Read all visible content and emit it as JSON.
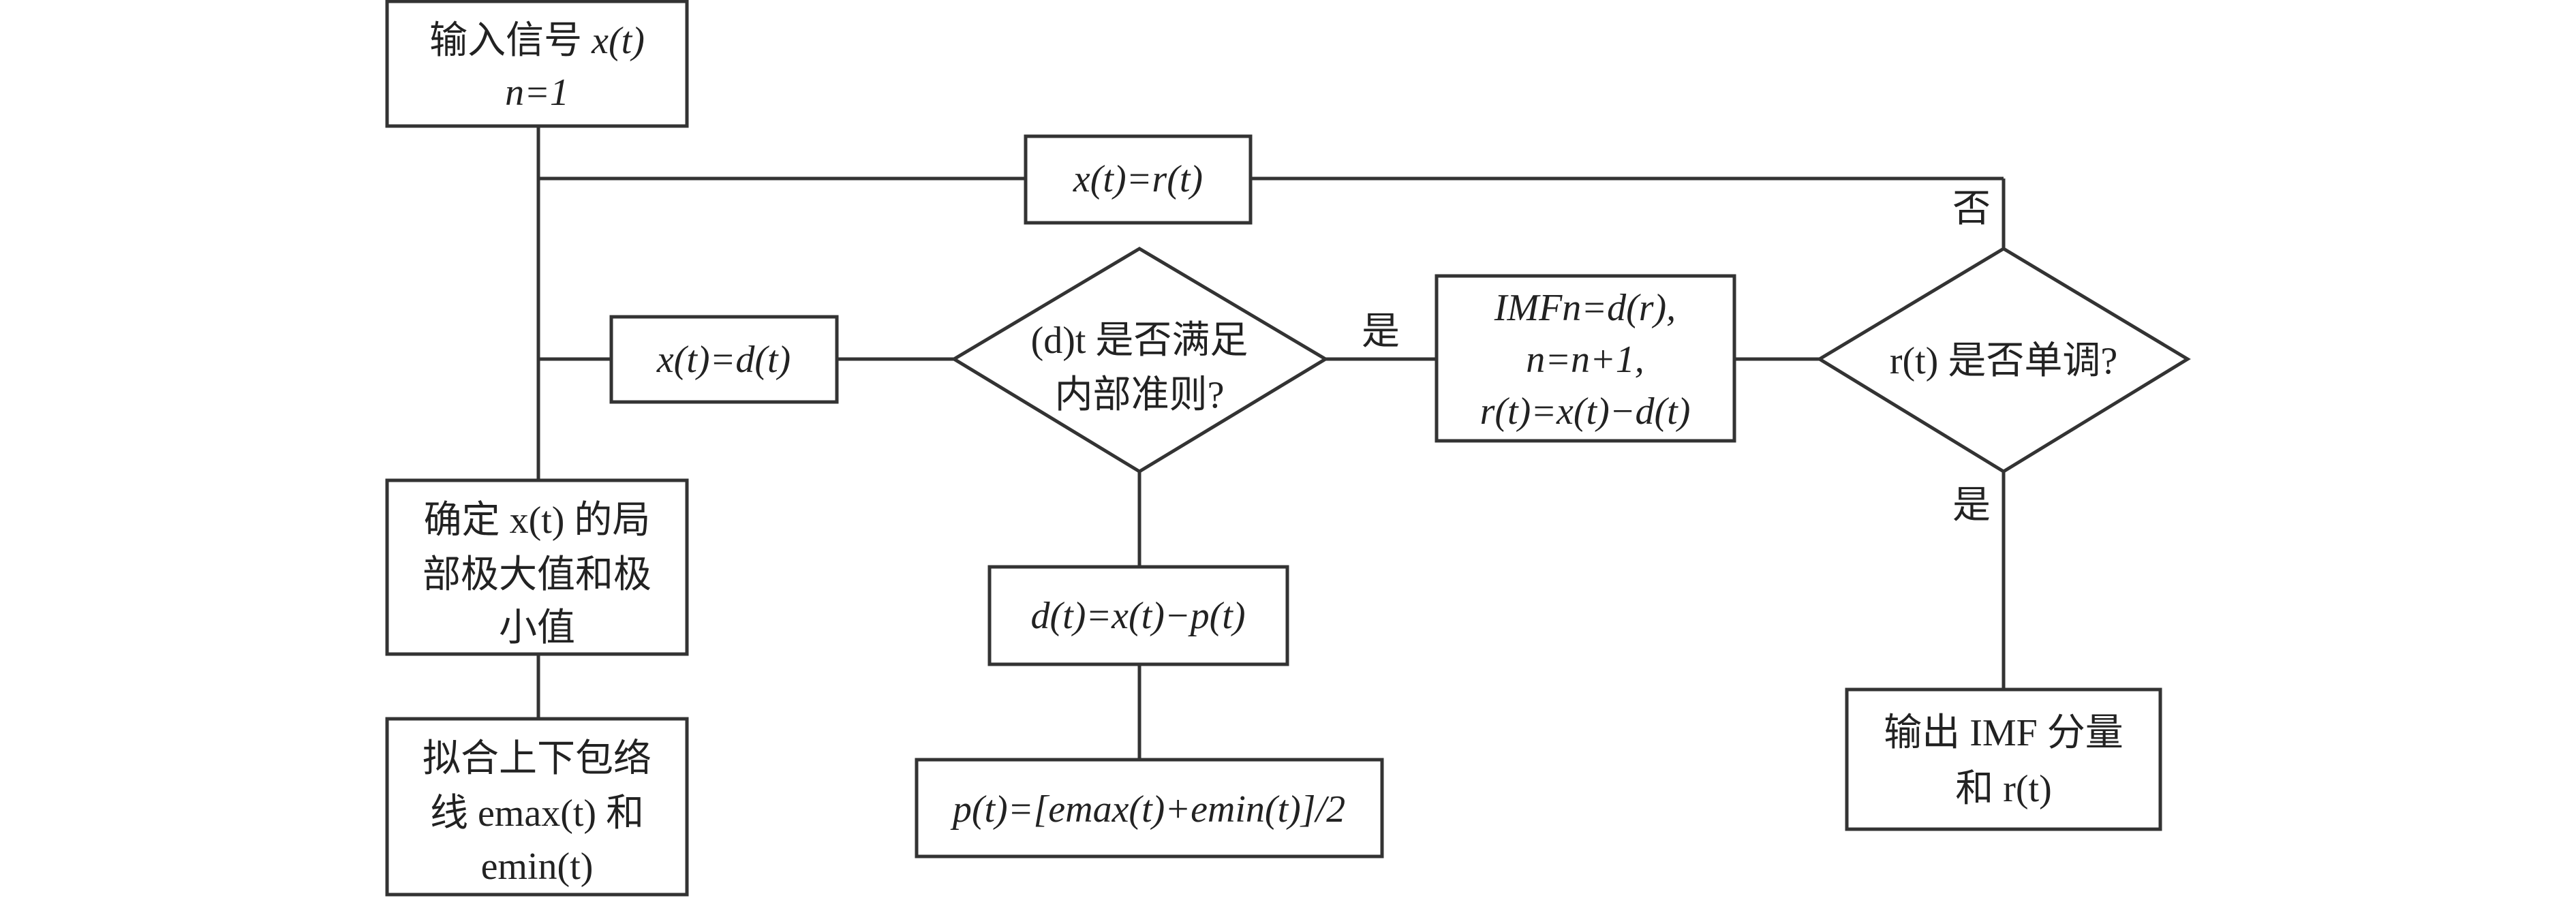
{
  "flowchart": {
    "input_box": {
      "line1": "输入信号",
      "var": "x(t)",
      "line2": "n=1"
    },
    "reassign_r": {
      "label": "x(t)=r(t)"
    },
    "reassign_d": {
      "label": "x(t)=d(t)"
    },
    "find_extrema": {
      "line1": "确定 x(t) 的局",
      "line2": "部极大值和极",
      "line3": "小值"
    },
    "fit_envelope": {
      "line1": "拟合上下包络",
      "line2": "线 emax(t) 和",
      "line3": "emin(t)"
    },
    "check_imf": {
      "line1": "(d)t 是否满足",
      "line2": "内部准则?"
    },
    "compute_d": {
      "label": "d(t)=x(t)−p(t)"
    },
    "compute_p": {
      "label": "p(t)=[emax(t)+emin(t)]/2"
    },
    "imf_box": {
      "line1": "IMFn=d(r),",
      "line2": "n=n+1,",
      "line3": "r(t)=x(t)−d(t)"
    },
    "check_monotonic": {
      "label": "r(t) 是否单调?"
    },
    "output_box": {
      "line1": "输出 IMF 分量",
      "line2": "和 r(t)"
    },
    "edge_labels": {
      "yes_imf": "是",
      "no_monotonic": "否",
      "yes_monotonic": "是"
    }
  }
}
